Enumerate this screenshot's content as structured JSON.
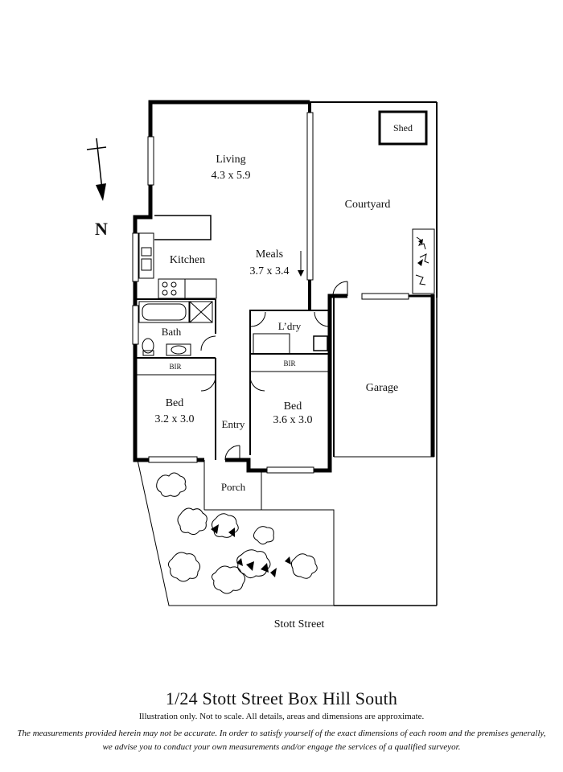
{
  "rooms": {
    "living_name": "Living",
    "living_dims": "4.3 x 5.9",
    "courtyard": "Courtyard",
    "shed": "Shed",
    "kitchen": "Kitchen",
    "meals_name": "Meals",
    "meals_dims": "3.7 x 3.4",
    "ldry": "L’dry",
    "bath": "Bath",
    "bir": "BIR",
    "garage": "Garage",
    "bed1_name": "Bed",
    "bed1_dims": "3.2 x 3.0",
    "entry": "Entry",
    "bed2_name": "Bed",
    "bed2_dims": "3.6 x 3.0",
    "porch": "Porch"
  },
  "compass": {
    "label": "N"
  },
  "street": "Stott Street",
  "footer": {
    "title": "1/24 Stott Street Box Hill South",
    "disclaimer_1": "Illustration only. Not to scale. All details, areas and dimensions are approximate.",
    "disclaimer_2": "The measurements provided herein may not be accurate. In order to satisfy yourself of the exact dimensions of each room and the premises generally, we advise you to conduct your own measurements and/or engage the services of a qualified surveyor."
  }
}
